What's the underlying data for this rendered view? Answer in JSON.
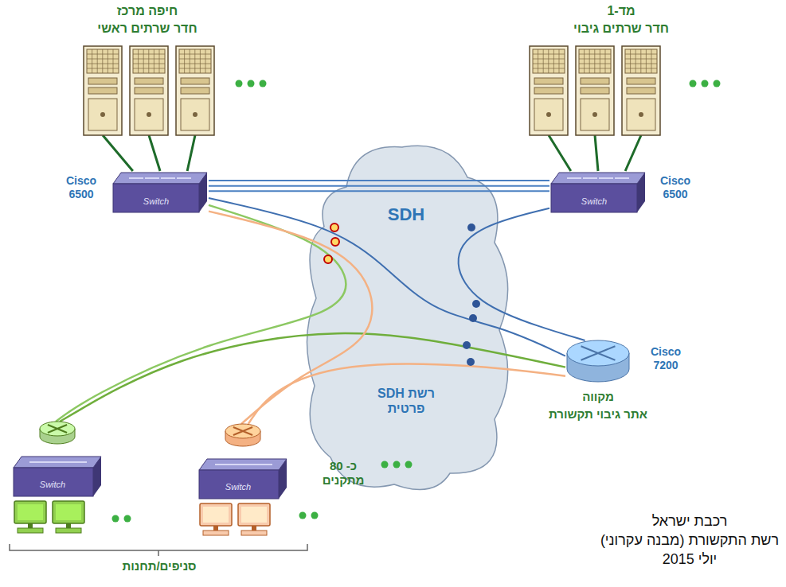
{
  "diagram": {
    "nodes": [
      {
        "text": [
          "חיפה מרכז",
          "חדר שרתים ראשי"
        ]
      },
      {
        "text": [
          "מד-1",
          "חדר שרתים גיבוי"
        ]
      },
      {
        "text": [
          "Switch",
          "Cisco 6500"
        ]
      },
      {
        "text": [
          "Switch",
          "Cisco 6500"
        ]
      },
      {
        "text": [
          "SDH",
          "רשת SDH פרטית"
        ]
      },
      {
        "text": [
          "Cisco 7200",
          "מקווה",
          "אתר גיבוי תקשורת"
        ]
      },
      {
        "text": [
          "Switch"
        ]
      },
      {
        "text": [
          "Switch"
        ]
      }
    ],
    "edges": [
      {
        "from": 0,
        "to": 2,
        "arrow": "none"
      },
      {
        "from": 1,
        "to": 3,
        "arrow": "none"
      },
      {
        "from": 2,
        "to": 3,
        "arrow": "none"
      },
      {
        "from": 2,
        "to": 3,
        "arrow": "none"
      },
      {
        "from": 2,
        "to": 3,
        "arrow": "none"
      },
      {
        "from": 2,
        "to": 5,
        "arrow": "none"
      },
      {
        "from": 3,
        "to": 5,
        "arrow": "none"
      },
      {
        "from": 2,
        "to": 6,
        "arrow": "none"
      },
      {
        "from": 5,
        "to": 6,
        "arrow": "none"
      },
      {
        "from": 2,
        "to": 7,
        "arrow": "none"
      },
      {
        "from": 5,
        "to": 7,
        "arrow": "none"
      }
    ],
    "labels": [
      "כ- 80 מתקנים",
      "סניפים/תחנות",
      "רכבת ישראל",
      "רשת התקשורת (מבנה עקרוני)",
      "יולי 2015"
    ]
  }
}
